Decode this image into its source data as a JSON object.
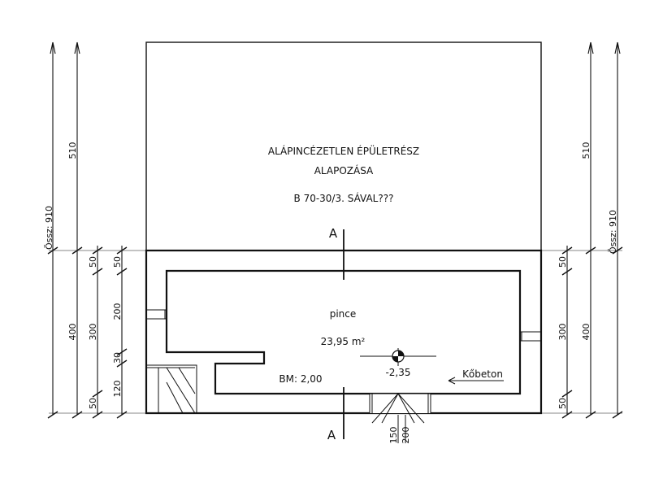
{
  "unbuilt_area": {
    "line1": "ALÁPINCÉZETLEN ÉPÜLETRÉSZ",
    "line2": "ALAPOZÁSA",
    "line3": "B 70-30/3. SÁVAL???"
  },
  "room": {
    "name": "pince",
    "area": "23,95 m²",
    "level": "-2,35",
    "bm": "BM: 2,00",
    "material": "Kőbeton"
  },
  "section_marks": [
    "A",
    "A"
  ],
  "dimensions": {
    "left_outer": {
      "total": "Össz: 910",
      "upper": "510",
      "lower": "400"
    },
    "left_mid": [
      "50",
      "300",
      "50"
    ],
    "left_inner": [
      "50",
      "200",
      "30",
      "120"
    ],
    "right_outer": {
      "total": "Össz: 910",
      "upper": "510",
      "lower": "400"
    },
    "right_inner": [
      "50",
      "300",
      "50"
    ],
    "bottom": [
      "150",
      "200"
    ]
  }
}
